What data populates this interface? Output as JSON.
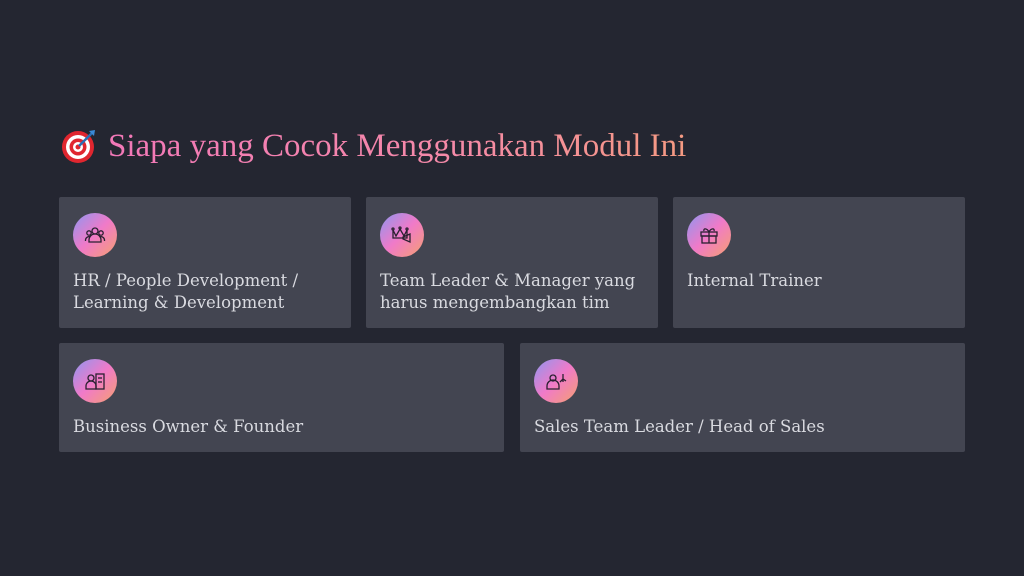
{
  "title": {
    "emoji": "target-icon",
    "text": "Siapa yang Cocok Menggunakan Modul Ini"
  },
  "cards": [
    {
      "icon": "people-group-icon",
      "label": "HR / People Development / Learning & Development"
    },
    {
      "icon": "crown-megaphone-icon",
      "label": "Team Leader & Manager yang harus mengembangkan tim"
    },
    {
      "icon": "gift-icon",
      "label": "Internal Trainer"
    },
    {
      "icon": "business-owner-icon",
      "label": "Business Owner & Founder"
    },
    {
      "icon": "sales-leader-icon",
      "label": "Sales Team Leader / Head of Sales"
    }
  ]
}
